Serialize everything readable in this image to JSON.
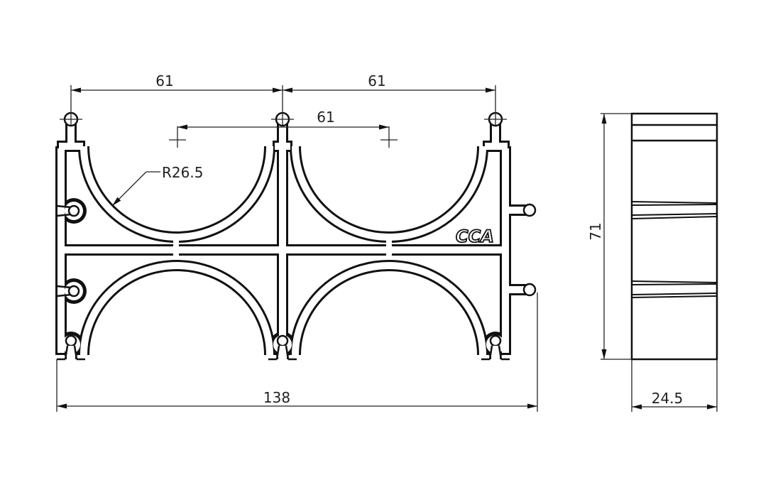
{
  "drawing": {
    "front_view": {
      "dim_top_left": "61",
      "dim_top_right": "61",
      "dim_inner": "61",
      "radius_label": "R26.5",
      "dim_overall_width": "138",
      "logo_text": "CCA"
    },
    "side_view": {
      "dim_height": "71",
      "dim_depth": "24.5"
    }
  }
}
